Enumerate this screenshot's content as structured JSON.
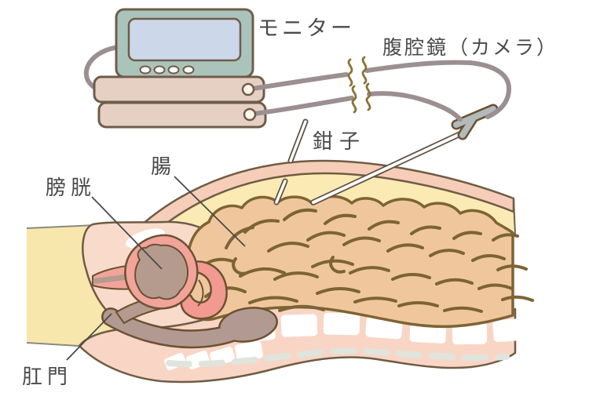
{
  "labels": {
    "monitor": "モニター",
    "laparoscope": "腹腔鏡（カメラ）",
    "forceps": "鉗子",
    "intestine": "腸",
    "bladder": "膀胱",
    "anus": "肛門"
  },
  "colors": {
    "label_text": "#4a4a4a",
    "leader_line": "#4a4a4a",
    "body_outline": "#6f5c45",
    "intestine_outline": "#7c6434",
    "organ_outline": "#6b5132",
    "equip_outline": "#6f5c49",
    "skin_band": "#f6cdb8",
    "skin_front": "#f9dbcc",
    "back_pink": "#f9d5c5",
    "leg_yellow": "#f8e7ac",
    "cavity_yellow": "#fbeab3",
    "intestine_fill": "#f0c79d",
    "uterus_salmon": "#f29a90",
    "ring_salmon": "#f2a49a",
    "bladder_taupe": "#b59b8e",
    "rectum_taupe": "#b29a92",
    "vertebra_white": "#ffffff",
    "disc_gray": "#dfe5dc",
    "monitor_bezel": "#abc4bb",
    "monitor_screen": "#cdd7ea",
    "box_beige": "#e6d0c3",
    "connector_ivory": "#fdf8ec",
    "cable_gray": "#9b8f92",
    "handle_gray": "#b3babb",
    "rod_white": "#ffffff",
    "rod_outline": "#5f5142",
    "break_mark": "#8a7434",
    "leg_edge": "#8a8a80"
  }
}
